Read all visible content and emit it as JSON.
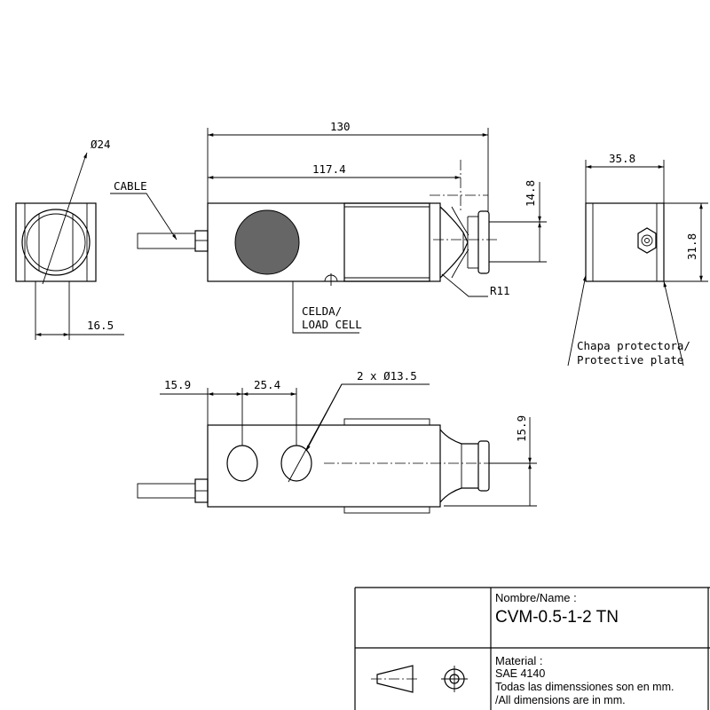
{
  "dimensions": {
    "overall_length": "130",
    "hole_distance": "117.4",
    "end_height": "14.8",
    "width": "35.8",
    "height": "31.8",
    "cable_diameter": "Ø24",
    "side_offset": "16.5",
    "hole_offset": "15.9",
    "hole_spacing": "25.4",
    "holes": "2 x Ø13.5",
    "bottom_height": "15.9",
    "radius": "R11"
  },
  "labels": {
    "cable": "CABLE",
    "load_cell_es": "CELDA/",
    "load_cell_en": "LOAD CELL",
    "plate_es": "Chapa protectora/",
    "plate_en": "Protective plate"
  },
  "title_block": {
    "name_label": "Nombre/Name :",
    "name_value": "CVM-0.5-1-2 TN",
    "material_label": "Material :",
    "material_value": "SAE 4140",
    "note_es": "Todas las dimenssiones son en mm.",
    "note_en": "/All dimensions are in mm."
  }
}
